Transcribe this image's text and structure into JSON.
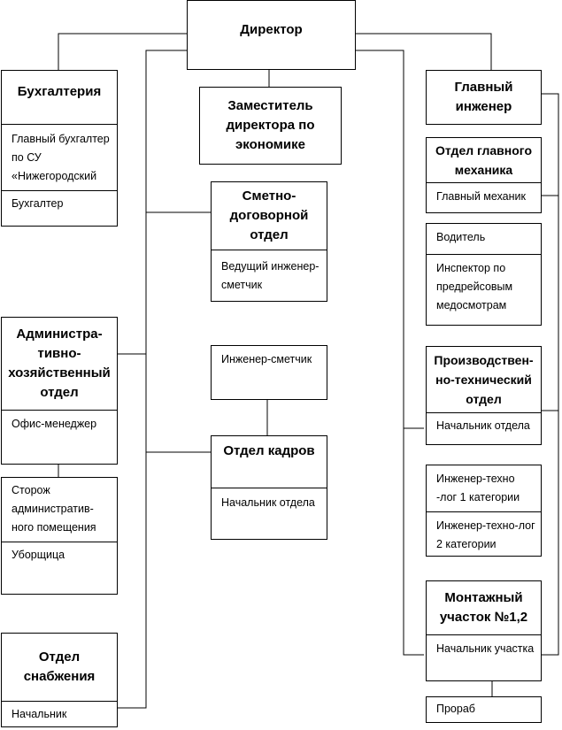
{
  "director": "Директор",
  "accounting": {
    "title": "Бухгалтерия",
    "chief_accountant": "Главный бухгалтер по СУ «Нижегородский",
    "accountant": "Бухгалтер"
  },
  "deputy_econ": "Заместитель директора по экономике",
  "estimates": {
    "title": "Сметно-договорной отдел",
    "lead_engineer": "Ведущий инженер-сметчик"
  },
  "estimate_engineer": "Инженер-сметчик",
  "hr": {
    "title": "Отдел кадров",
    "head": "Начальник отдела"
  },
  "admin": {
    "title": "Администра-тивно-хозяйственный отдел",
    "office_manager": "Офис-менеджер",
    "guard": "Сторож административ-ного помещения",
    "cleaner": "Уборщица"
  },
  "supply": {
    "title": "Отдел снабжения",
    "head": "Начальник"
  },
  "chief_engineer": "Главный инженер",
  "mechanic_dept": {
    "title": "Отдел главного механика",
    "chief_mechanic": "Главный механик"
  },
  "driver_block": {
    "driver": "Водитель",
    "inspector": "Инспектор по предрейсовым медосмотрам"
  },
  "pto": {
    "title": "Производствен-но-технический отдел",
    "head": "Начальник отдела"
  },
  "technologists": {
    "tech1": "Инженер-техно -лог 1 категории",
    "tech2": "Инженер-техно-лог 2 категории"
  },
  "assembly": {
    "title": "Монтажный участок №1,2",
    "head": "Начальник участка"
  },
  "foreman": "Прораб"
}
